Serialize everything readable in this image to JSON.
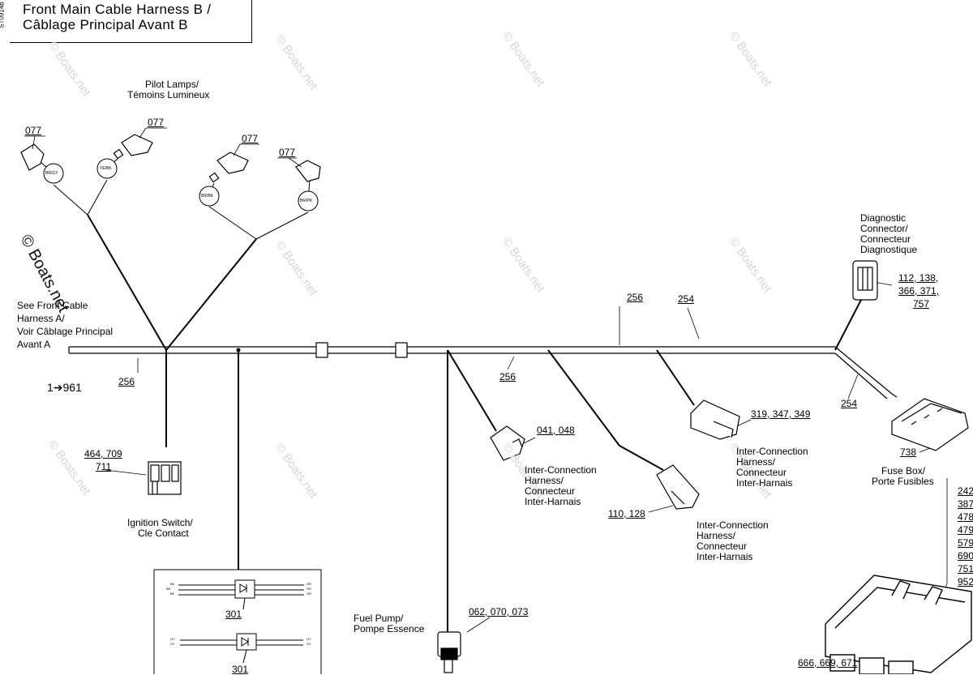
{
  "title": {
    "line1": "Front Main Cable Harness B /",
    "line2": "Câblage Principal Avant B"
  },
  "side_id": "ST0914b",
  "watermark": "© Boats.net",
  "labels": {
    "pilot_lamps_1": "Pilot Lamps/",
    "pilot_lamps_2": "Témoins Lumineux",
    "see_front_1": "See Front Cable",
    "see_front_2": "Harness A/",
    "see_front_3": "Voir Câblage Principal",
    "see_front_4": "Avant A",
    "arrow_ref": "1➔961",
    "ignition_1": "Ignition Switch/",
    "ignition_2": "Cle Contact",
    "inter_a_1": "Inter-Connection",
    "inter_a_2": "Harness/",
    "inter_a_3": "Connecteur",
    "inter_a_4": "Inter-Harnais",
    "inter_b_1": "Inter-Connection",
    "inter_b_2": "Harness/",
    "inter_b_3": "Connecteur",
    "inter_b_4": "Inter-Harnais",
    "inter_c_1": "Inter-Connection",
    "inter_c_2": "Harness/",
    "inter_c_3": "Connecteur",
    "inter_c_4": "Inter-Harnais",
    "fuel_1": "Fuel Pump/",
    "fuel_2": "Pompe Essence",
    "diag_1": "Diagnostic",
    "diag_2": "Connector/",
    "diag_3": "Connecteur",
    "diag_4": "Diagnostique",
    "fuse_1": "Fuse Box/",
    "fuse_2": "Porte Fusibles"
  },
  "refs": {
    "lamp1": "077",
    "lamp2": "077",
    "lamp3": "077",
    "lamp4": "077",
    "wire_256_left": "256",
    "wire_256_mid": "256",
    "wire_256_top": "256",
    "wire_254_top": "254",
    "wire_254_right": "254",
    "ign_1": "464, 709",
    "ign_2": "711",
    "diode_1": "301",
    "diode_2": "301",
    "conn_041": "041, 048",
    "conn_110": "110, 128",
    "conn_319": "319, 347, 349",
    "fuel": "062, 070, 073",
    "diag_1": "112, 138,",
    "diag_2": "366, 371,",
    "diag_3": "757",
    "fuse": "738",
    "big_conn": "666, 669, 671",
    "right_col": [
      "242",
      "387",
      "478",
      "479",
      "579",
      "690",
      "751",
      "952"
    ]
  },
  "wire_codes": {
    "lamp1": "BR/GY",
    "lamp2": "YE/BK",
    "lamp3": "BR/BK",
    "lamp4": "BR/PK",
    "diode_top_in": [
      "BK",
      "BK",
      "BK"
    ],
    "diode_top_out": [
      "OR",
      "OR",
      "OR"
    ],
    "diode_bot_in": [
      "GY",
      "GY"
    ],
    "diode_bot_out": [
      "GY",
      "GY"
    ]
  }
}
